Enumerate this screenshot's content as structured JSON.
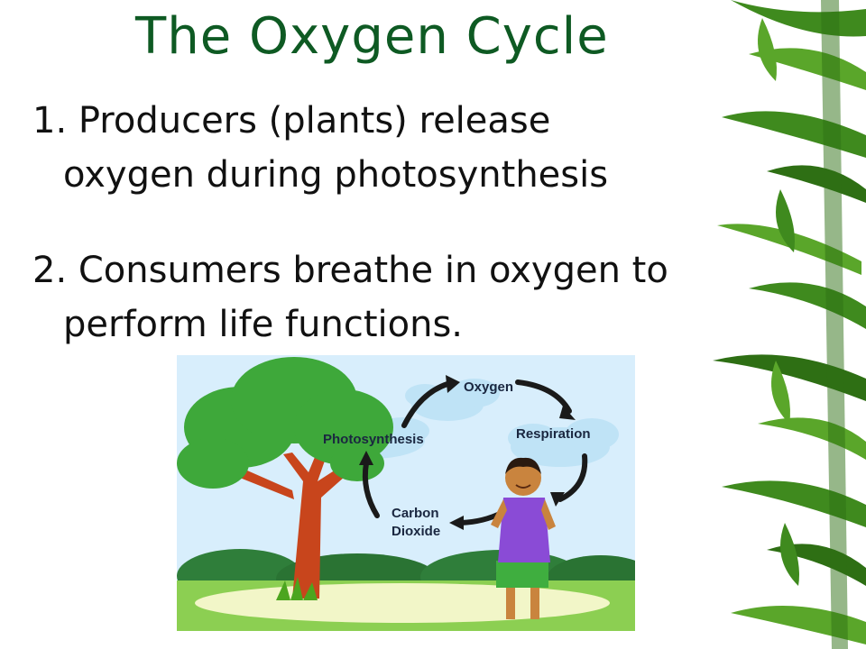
{
  "slide": {
    "title": "The Oxygen Cycle",
    "points": [
      {
        "line1": "1. Producers (plants) release",
        "line2": "oxygen during photosynthesis"
      },
      {
        "line1": "2. Consumers breathe in oxygen to",
        "line2": "perform life functions."
      }
    ]
  },
  "diagram": {
    "labels": {
      "oxygen": "Oxygen",
      "photosynthesis": "Photosynthesis",
      "respiration": "Respiration",
      "carbon": "Carbon",
      "dioxide": "Dioxide"
    }
  },
  "colors": {
    "title": "#0e5a23",
    "text": "#111111",
    "bamboo": "#3f8a1e",
    "sky": "#d8eefc",
    "tree_foliage": "#3ea83a",
    "trunk": "#c8451c",
    "arrow": "#1a1a1a"
  }
}
